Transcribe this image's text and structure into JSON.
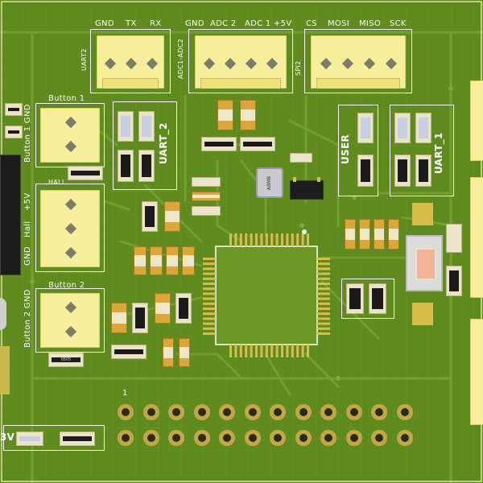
{
  "board": {
    "colors": {
      "pcb": "#5e8a1e",
      "trace": "#6e9b28",
      "silk": "#ffffff",
      "connector": "#f7ee9c",
      "pad": "#d8bd4b"
    }
  },
  "headers": {
    "uart2": {
      "pins": [
        "GND",
        "TX",
        "RX"
      ],
      "ref": "UART2"
    },
    "adc": {
      "pins": [
        "GND",
        "ADC 2",
        "ADC 1",
        "+5V"
      ],
      "ref": "ADC1-ADC2"
    },
    "spi2": {
      "pins": [
        "CS",
        "MOSI",
        "MISO",
        "SCK"
      ],
      "ref": "SPI2"
    }
  },
  "left_labels": {
    "button1": "Button 1",
    "button1_gnd": "Button 1 GND",
    "hall_top": "HALL",
    "hall_pins": [
      "+5V",
      "Hall",
      "GND"
    ],
    "button2": "Button 2",
    "button2_gnd": "Button 2 GND",
    "bottom_left": "3V"
  },
  "section_labels": {
    "uart_2": "UART_2",
    "user": "USER",
    "uart_1": "UART_1"
  },
  "components": {
    "crystal": "ABM8",
    "pin_header_label": "1",
    "small_resistor_mark": "0805"
  }
}
